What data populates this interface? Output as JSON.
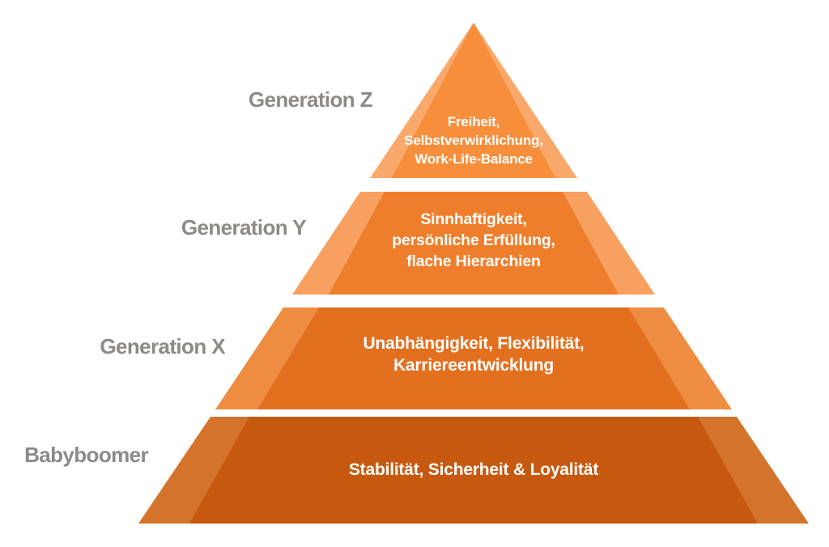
{
  "diagram": {
    "type": "pyramid",
    "theme": "generation work values",
    "tier_count": 4
  },
  "colors": {
    "background": "#ffffff",
    "label_gray": "#8d8a87",
    "value_text": "#ffffff",
    "tier1": {
      "main": "#F78E3B",
      "light": "#F9A96B"
    },
    "tier2": {
      "main": "#EE7E2B",
      "light": "#F8A060"
    },
    "tier3": {
      "main": "#E2701F",
      "light": "#EE8D42"
    },
    "tier4": {
      "main": "#C6590F",
      "light": "#D4732B"
    }
  },
  "tiers": [
    {
      "generation": "Generation Z",
      "values": "Freiheit,\nSelbstverwirklichung,\nWork-Life-Balance"
    },
    {
      "generation": "Generation Y",
      "values": "Sinnhaftigkeit,\npersönliche Erfüllung,\nflache Hierarchien"
    },
    {
      "generation": "Generation X",
      "values": "Unabhängigkeit, Flexibilität,\nKarriereentwicklung"
    },
    {
      "generation": "Babyboomer",
      "values": "Stabilität, Sicherheit & Loyalität"
    }
  ]
}
